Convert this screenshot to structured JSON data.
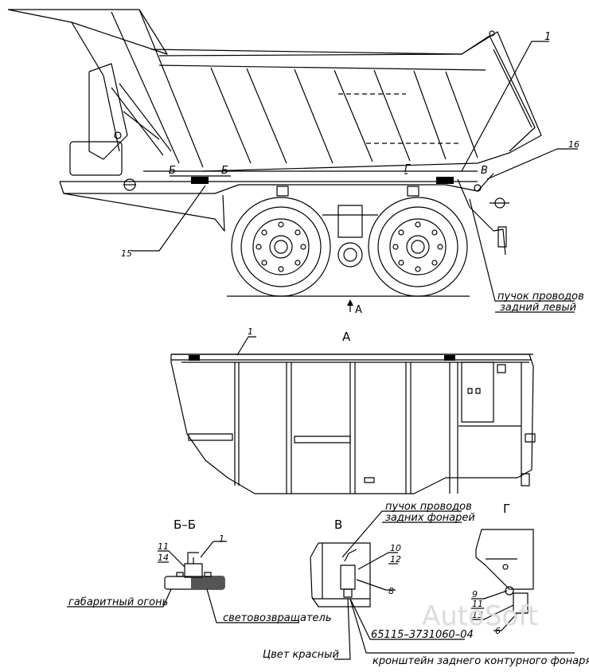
{
  "view_titles": {
    "view_a": "А",
    "section_b": "Б–Б",
    "view_v": "В",
    "view_g": "Г"
  },
  "main_view": {
    "arrow_label": "А",
    "section_marks": [
      "Б",
      "Б",
      "Г",
      "В"
    ],
    "callouts": [
      "1",
      "16",
      "15"
    ],
    "wire_bundle": [
      "пучок проводов",
      "задний левый"
    ]
  },
  "view_a": {
    "callouts": [
      "1"
    ]
  },
  "section_b": {
    "callouts": [
      "1",
      "11",
      "14"
    ],
    "labels": {
      "marker_light": "габаритный огонь",
      "reflector": "световозвращатель"
    }
  },
  "view_v": {
    "callouts": [
      "10",
      "12",
      "8"
    ],
    "wire_bundle": [
      "пучок проводов",
      "задних фонарей"
    ],
    "part_number": "65115–3731060–04",
    "color_note": "Цвет красный",
    "bracket_label": "кронштейн заднего контурного фонаря"
  },
  "view_g": {
    "callouts": [
      "9",
      "11",
      "13",
      "6"
    ]
  },
  "watermark": "AutoSoft"
}
